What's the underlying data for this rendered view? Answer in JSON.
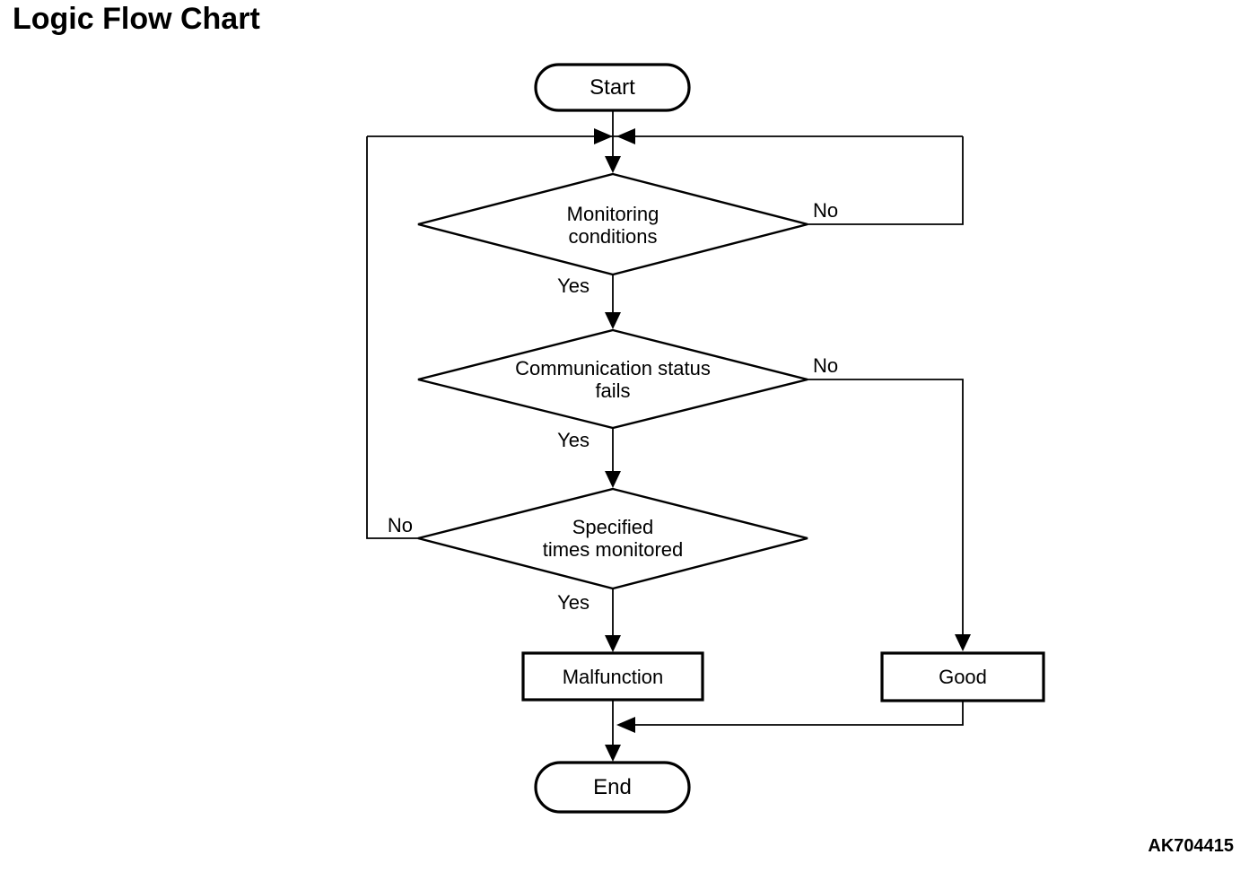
{
  "title": "Logic Flow Chart",
  "figure_id": "AK704415",
  "flowchart": {
    "start_label": "Start",
    "end_label": "End",
    "decisions": {
      "monitoring": "Monitoring\nconditions",
      "communication": "Communication status\nfails",
      "specified": "Specified\ntimes monitored"
    },
    "results": {
      "malfunction": "Malfunction",
      "good": "Good"
    },
    "branch_labels": {
      "monitoring_yes": "Yes",
      "monitoring_no": "No",
      "communication_yes": "Yes",
      "communication_no": "No",
      "specified_yes": "Yes",
      "specified_no": "No"
    },
    "colors": {
      "line": "#000000",
      "background": "#ffffff"
    }
  }
}
